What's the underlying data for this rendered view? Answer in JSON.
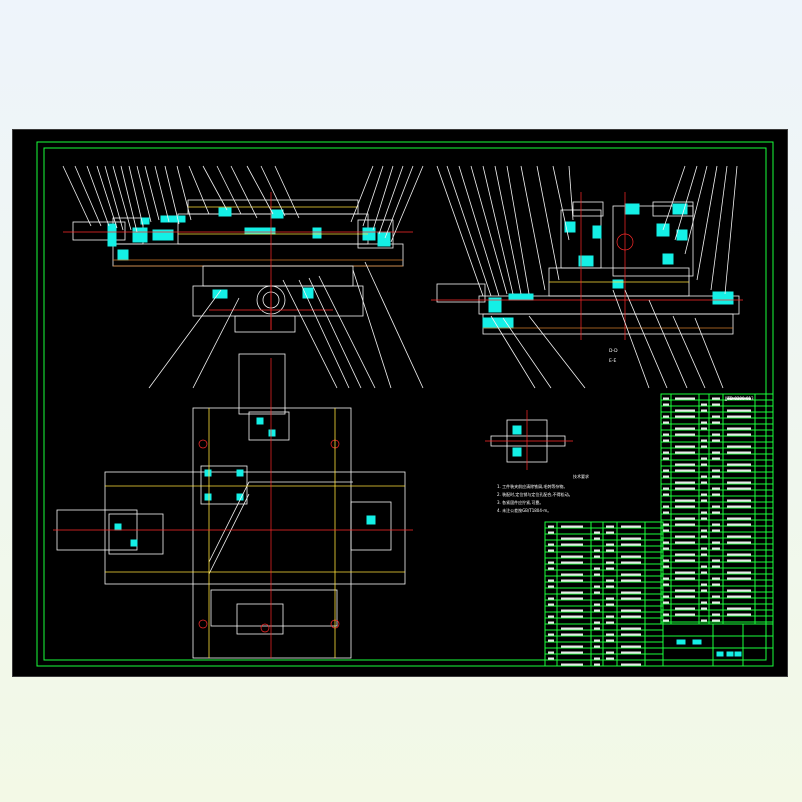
{
  "drawing": {
    "notes_title": "技术要求",
    "notes": [
      "1. 工件装夹前应清除铁屑,毛刺等杂物。",
      "2. 装配时,定位销与定位孔配合,不得松动。",
      "3. 各紧固件应拧紧,可靠。",
      "4. 未注公差按GB/T1804-m。"
    ],
    "section_label_top": "D-D",
    "section_label_bottom": "E-E",
    "title_code": "JJTD-0300-013"
  },
  "colors": {
    "frame": "#19ff3a",
    "outline": "#f4f4f4",
    "centerline": "#ff2a2a",
    "section": "#14f0e6",
    "hidden": "#ffe23a"
  }
}
